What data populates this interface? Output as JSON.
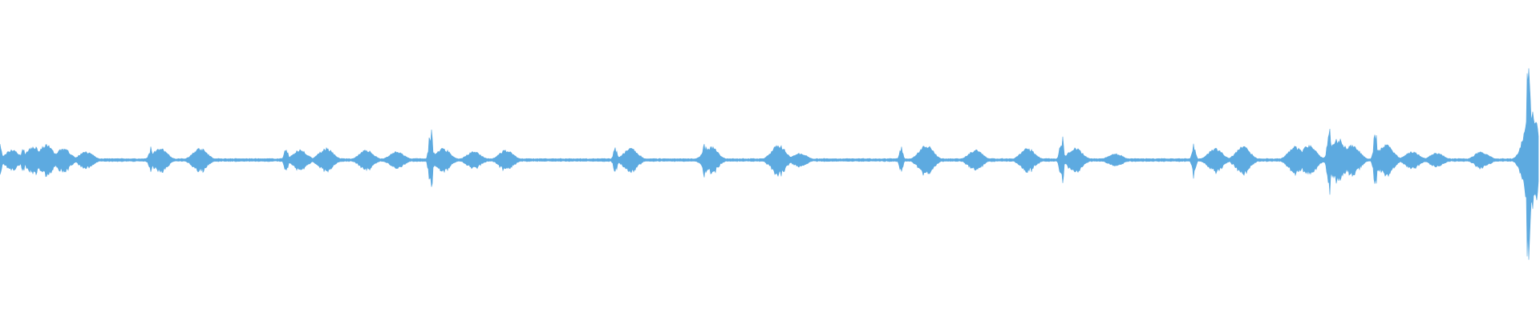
{
  "waveform": {
    "color": "#5DAAE0",
    "background": "#FFFFFF",
    "events": [
      {
        "t": 0.0,
        "a": 0.1,
        "k": "spike"
      },
      {
        "t": 0.008,
        "a": 0.06,
        "k": "blob"
      },
      {
        "t": 0.015,
        "a": 0.07,
        "k": "spike"
      },
      {
        "t": 0.022,
        "a": 0.08,
        "k": "blob"
      },
      {
        "t": 0.03,
        "a": 0.09,
        "k": "blob"
      },
      {
        "t": 0.041,
        "a": 0.07,
        "k": "blob"
      },
      {
        "t": 0.056,
        "a": 0.05,
        "k": "blob"
      },
      {
        "t": 0.098,
        "a": 0.08,
        "k": "spike"
      },
      {
        "t": 0.104,
        "a": 0.07,
        "k": "blob"
      },
      {
        "t": 0.13,
        "a": 0.07,
        "k": "blob"
      },
      {
        "t": 0.186,
        "a": 0.09,
        "k": "spike"
      },
      {
        "t": 0.195,
        "a": 0.06,
        "k": "blob"
      },
      {
        "t": 0.212,
        "a": 0.07,
        "k": "blob"
      },
      {
        "t": 0.238,
        "a": 0.06,
        "k": "blob"
      },
      {
        "t": 0.258,
        "a": 0.05,
        "k": "blob"
      },
      {
        "t": 0.28,
        "a": 0.2,
        "k": "spike"
      },
      {
        "t": 0.288,
        "a": 0.07,
        "k": "blob"
      },
      {
        "t": 0.308,
        "a": 0.05,
        "k": "blob"
      },
      {
        "t": 0.329,
        "a": 0.06,
        "k": "blob"
      },
      {
        "t": 0.4,
        "a": 0.09,
        "k": "spike"
      },
      {
        "t": 0.41,
        "a": 0.07,
        "k": "blob"
      },
      {
        "t": 0.458,
        "a": 0.1,
        "k": "spike"
      },
      {
        "t": 0.462,
        "a": 0.08,
        "k": "blob"
      },
      {
        "t": 0.506,
        "a": 0.09,
        "k": "blob"
      },
      {
        "t": 0.52,
        "a": 0.04,
        "k": "blob"
      },
      {
        "t": 0.586,
        "a": 0.08,
        "k": "spike"
      },
      {
        "t": 0.602,
        "a": 0.09,
        "k": "blob"
      },
      {
        "t": 0.634,
        "a": 0.06,
        "k": "blob"
      },
      {
        "t": 0.668,
        "a": 0.07,
        "k": "blob"
      },
      {
        "t": 0.69,
        "a": 0.18,
        "k": "spike"
      },
      {
        "t": 0.699,
        "a": 0.07,
        "k": "blob"
      },
      {
        "t": 0.725,
        "a": 0.04,
        "k": "blob"
      },
      {
        "t": 0.776,
        "a": 0.1,
        "k": "spike"
      },
      {
        "t": 0.79,
        "a": 0.07,
        "k": "blob"
      },
      {
        "t": 0.808,
        "a": 0.08,
        "k": "blob"
      },
      {
        "t": 0.842,
        "a": 0.08,
        "k": "blob"
      },
      {
        "t": 0.851,
        "a": 0.09,
        "k": "blob"
      },
      {
        "t": 0.864,
        "a": 0.2,
        "k": "spike"
      },
      {
        "t": 0.87,
        "a": 0.13,
        "k": "blob"
      },
      {
        "t": 0.879,
        "a": 0.09,
        "k": "blob"
      },
      {
        "t": 0.894,
        "a": 0.18,
        "k": "spike"
      },
      {
        "t": 0.901,
        "a": 0.09,
        "k": "blob"
      },
      {
        "t": 0.918,
        "a": 0.05,
        "k": "blob"
      },
      {
        "t": 0.934,
        "a": 0.04,
        "k": "blob"
      },
      {
        "t": 0.963,
        "a": 0.05,
        "k": "blob"
      },
      {
        "t": 0.9935,
        "a": 0.72,
        "k": "spike"
      },
      {
        "t": 0.9955,
        "a": 0.3,
        "k": "blob"
      }
    ]
  }
}
